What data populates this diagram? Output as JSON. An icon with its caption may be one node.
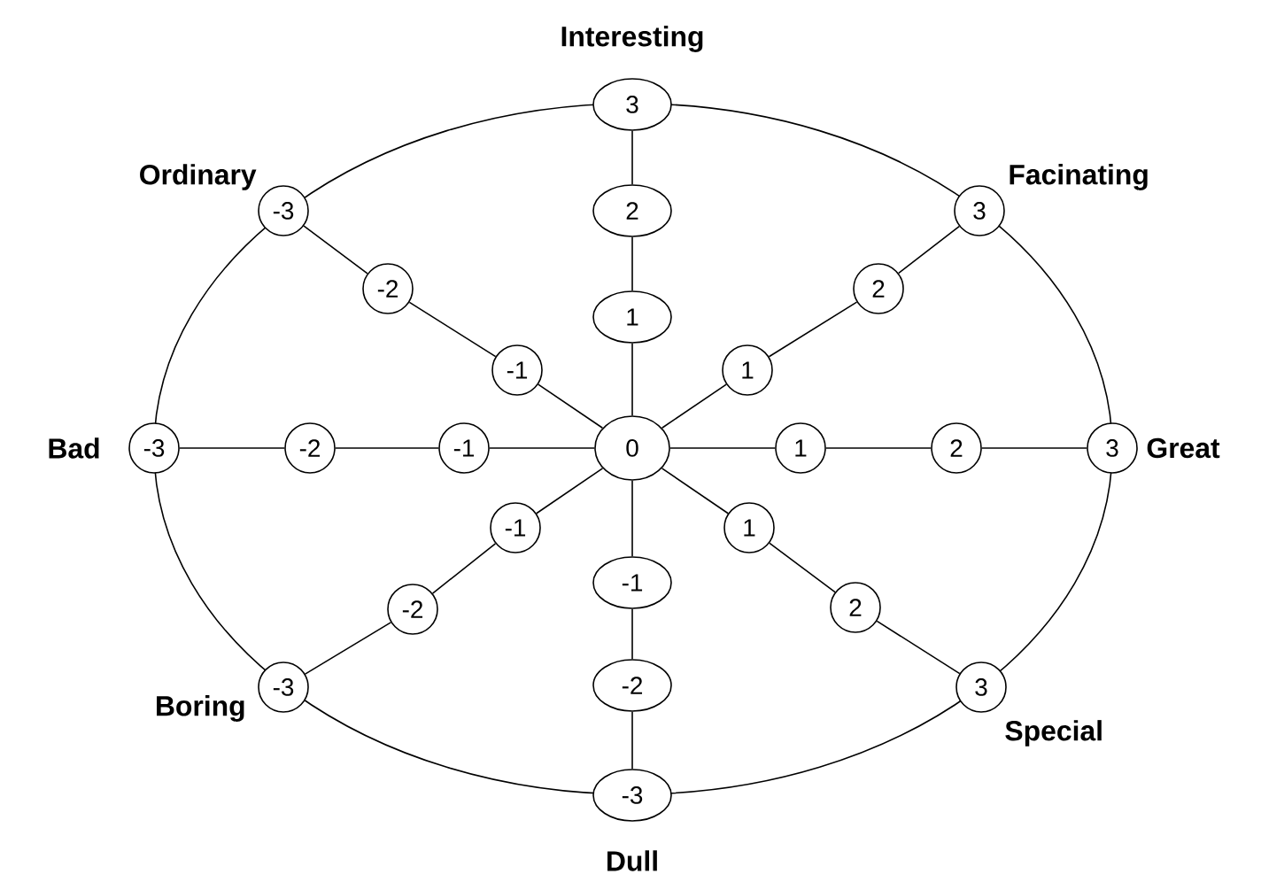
{
  "diagram": {
    "nodes": [
      {
        "text": [
          "3"
        ],
        "beside": [
          "Interesting"
        ]
      },
      {
        "text": [
          "-3"
        ],
        "beside": [
          "Ordinary"
        ]
      },
      {
        "text": [
          "2"
        ]
      },
      {
        "text": [
          "3"
        ],
        "beside": [
          "Facinating"
        ]
      },
      {
        "text": [
          "-2"
        ]
      },
      {
        "text": [
          "2"
        ]
      },
      {
        "text": [
          "1"
        ]
      },
      {
        "text": [
          "-1"
        ]
      },
      {
        "text": [
          "1"
        ]
      },
      {
        "text": [
          "-3"
        ],
        "beside": [
          "Bad"
        ]
      },
      {
        "text": [
          "-2"
        ]
      },
      {
        "text": [
          "-1"
        ]
      },
      {
        "text": [
          "0"
        ]
      },
      {
        "text": [
          "1"
        ]
      },
      {
        "text": [
          "2"
        ]
      },
      {
        "text": [
          "3"
        ],
        "beside": [
          "Great"
        ]
      },
      {
        "text": [
          "-1"
        ]
      },
      {
        "text": [
          "1"
        ]
      },
      {
        "text": [
          "-1"
        ]
      },
      {
        "text": [
          "-2"
        ]
      },
      {
        "text": [
          "2"
        ]
      },
      {
        "text": [
          "-3"
        ],
        "beside": [
          "Boring"
        ]
      },
      {
        "text": [
          "-2"
        ]
      },
      {
        "text": [
          "3"
        ],
        "beside": [
          "Special"
        ]
      },
      {
        "text": [
          "-3"
        ],
        "beside": [
          "Dull"
        ]
      }
    ],
    "edges": [
      {
        "from": 12,
        "to": 6,
        "arrow": "none"
      },
      {
        "from": 6,
        "to": 2,
        "arrow": "none"
      },
      {
        "from": 2,
        "to": 0,
        "arrow": "none"
      },
      {
        "from": 12,
        "to": 8,
        "arrow": "none"
      },
      {
        "from": 8,
        "to": 5,
        "arrow": "none"
      },
      {
        "from": 5,
        "to": 3,
        "arrow": "none"
      },
      {
        "from": 12,
        "to": 13,
        "arrow": "none"
      },
      {
        "from": 13,
        "to": 14,
        "arrow": "none"
      },
      {
        "from": 14,
        "to": 15,
        "arrow": "none"
      },
      {
        "from": 12,
        "to": 17,
        "arrow": "none"
      },
      {
        "from": 17,
        "to": 20,
        "arrow": "none"
      },
      {
        "from": 20,
        "to": 23,
        "arrow": "none"
      },
      {
        "from": 12,
        "to": 18,
        "arrow": "none"
      },
      {
        "from": 18,
        "to": 22,
        "arrow": "none"
      },
      {
        "from": 22,
        "to": 24,
        "arrow": "none"
      },
      {
        "from": 12,
        "to": 16,
        "arrow": "none"
      },
      {
        "from": 16,
        "to": 19,
        "arrow": "none"
      },
      {
        "from": 19,
        "to": 21,
        "arrow": "none"
      },
      {
        "from": 12,
        "to": 11,
        "arrow": "none"
      },
      {
        "from": 11,
        "to": 10,
        "arrow": "none"
      },
      {
        "from": 10,
        "to": 9,
        "arrow": "none"
      },
      {
        "from": 12,
        "to": 7,
        "arrow": "none"
      },
      {
        "from": 7,
        "to": 4,
        "arrow": "none"
      },
      {
        "from": 4,
        "to": 1,
        "arrow": "none"
      }
    ]
  }
}
